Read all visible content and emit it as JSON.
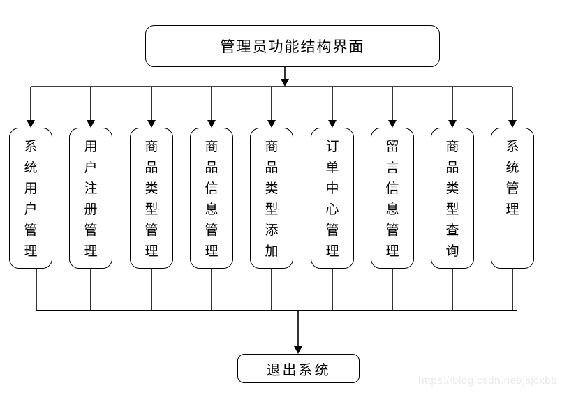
{
  "diagram": {
    "root": {
      "label": "管理员功能结构界面"
    },
    "branches": [
      {
        "label": "系统用户管理"
      },
      {
        "label": "用户注册管理"
      },
      {
        "label": "商品类型管理"
      },
      {
        "label": "商品信息管理"
      },
      {
        "label": "商品类型添加"
      },
      {
        "label": "订单中心管理"
      },
      {
        "label": "留言信息管理"
      },
      {
        "label": "商品类型查询"
      },
      {
        "label": "系统管理"
      }
    ],
    "exit": {
      "label": "退出系统"
    },
    "watermark": "https://blog.csdn.net/jsjcxbb",
    "colors": {
      "line": "#000000",
      "box_border": "#000000",
      "background": "#ffffff",
      "watermark_text": "#e9e9e9"
    }
  }
}
